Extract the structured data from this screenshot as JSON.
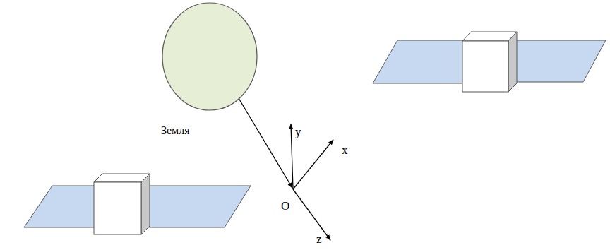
{
  "diagram": {
    "nodes": [
      {
        "text": [
          "Земля"
        ]
      }
    ],
    "labels": [
      "y",
      "x",
      "O",
      "z"
    ]
  }
}
